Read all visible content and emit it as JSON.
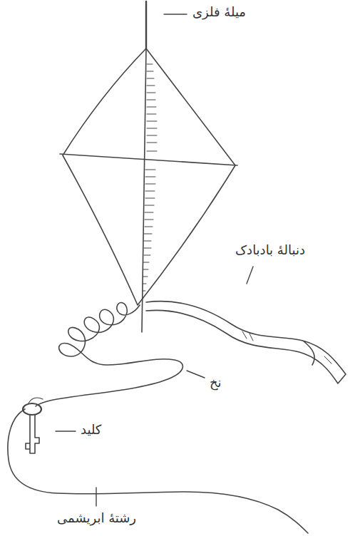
{
  "diagram": {
    "labels": [
      "میلهٔ فلزی",
      "دنبالهٔ بادبادک",
      "نخ",
      "کلید",
      "رشتهٔ ابریشمی"
    ]
  }
}
